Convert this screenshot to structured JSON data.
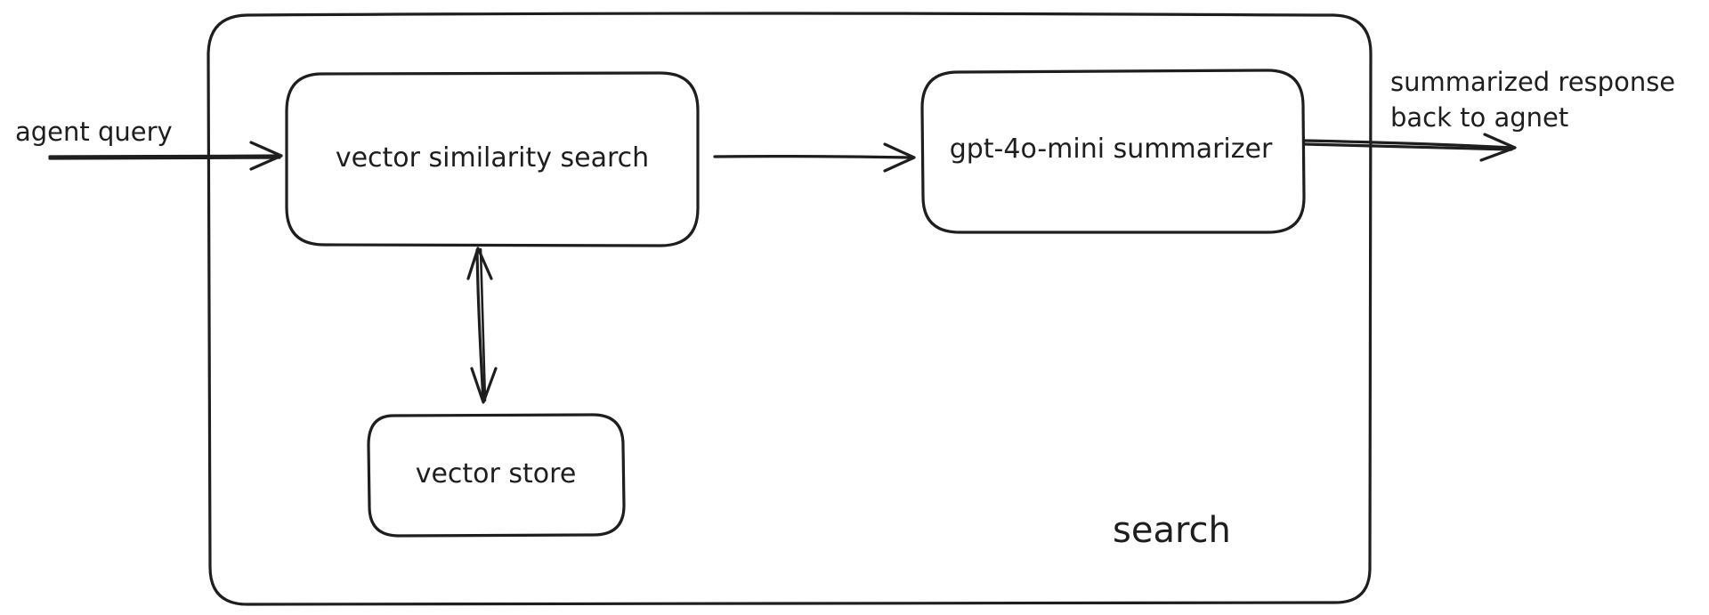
{
  "diagram": {
    "group": {
      "label": "search"
    },
    "nodes": [
      {
        "id": "vector-similarity-search",
        "label": "vector similarity search"
      },
      {
        "id": "gpt-4o-mini-summarizer",
        "label": "gpt-4o-mini summarizer"
      },
      {
        "id": "vector-store",
        "label": "vector store"
      }
    ],
    "inputs": {
      "agent_query": "agent query"
    },
    "outputs": {
      "response_line1": "summarized response",
      "response_line2": "back to agnet"
    },
    "edges": [
      {
        "from": "agent query",
        "to": "vector similarity search",
        "direction": "forward"
      },
      {
        "from": "vector similarity search",
        "to": "gpt-4o-mini summarizer",
        "direction": "forward"
      },
      {
        "from": "gpt-4o-mini summarizer",
        "to": "summarized response back to agnet",
        "direction": "forward"
      },
      {
        "from": "vector similarity search",
        "to": "vector store",
        "direction": "bidirectional"
      }
    ]
  }
}
